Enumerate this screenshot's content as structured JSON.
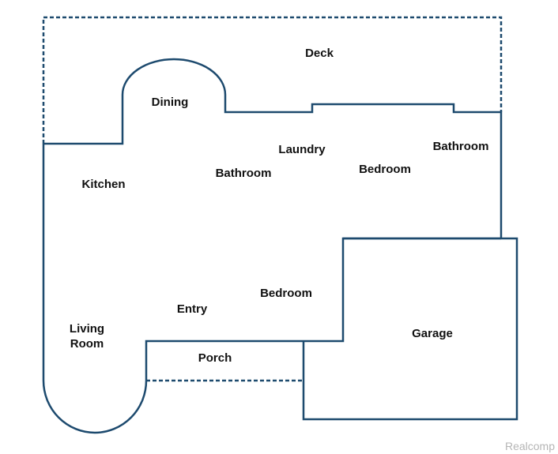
{
  "plan": {
    "line_color": "#1d4a6e",
    "rooms": {
      "deck": "Deck",
      "dining": "Dining",
      "laundry": "Laundry",
      "bathroom_right": "Bathroom",
      "kitchen": "Kitchen",
      "bathroom_center": "Bathroom",
      "bedroom_upper": "Bedroom",
      "bedroom_lower": "Bedroom",
      "entry": "Entry",
      "living_line1": "Living",
      "living_line2": "Room",
      "porch": "Porch",
      "garage": "Garage"
    }
  },
  "watermark": "Realcomp"
}
